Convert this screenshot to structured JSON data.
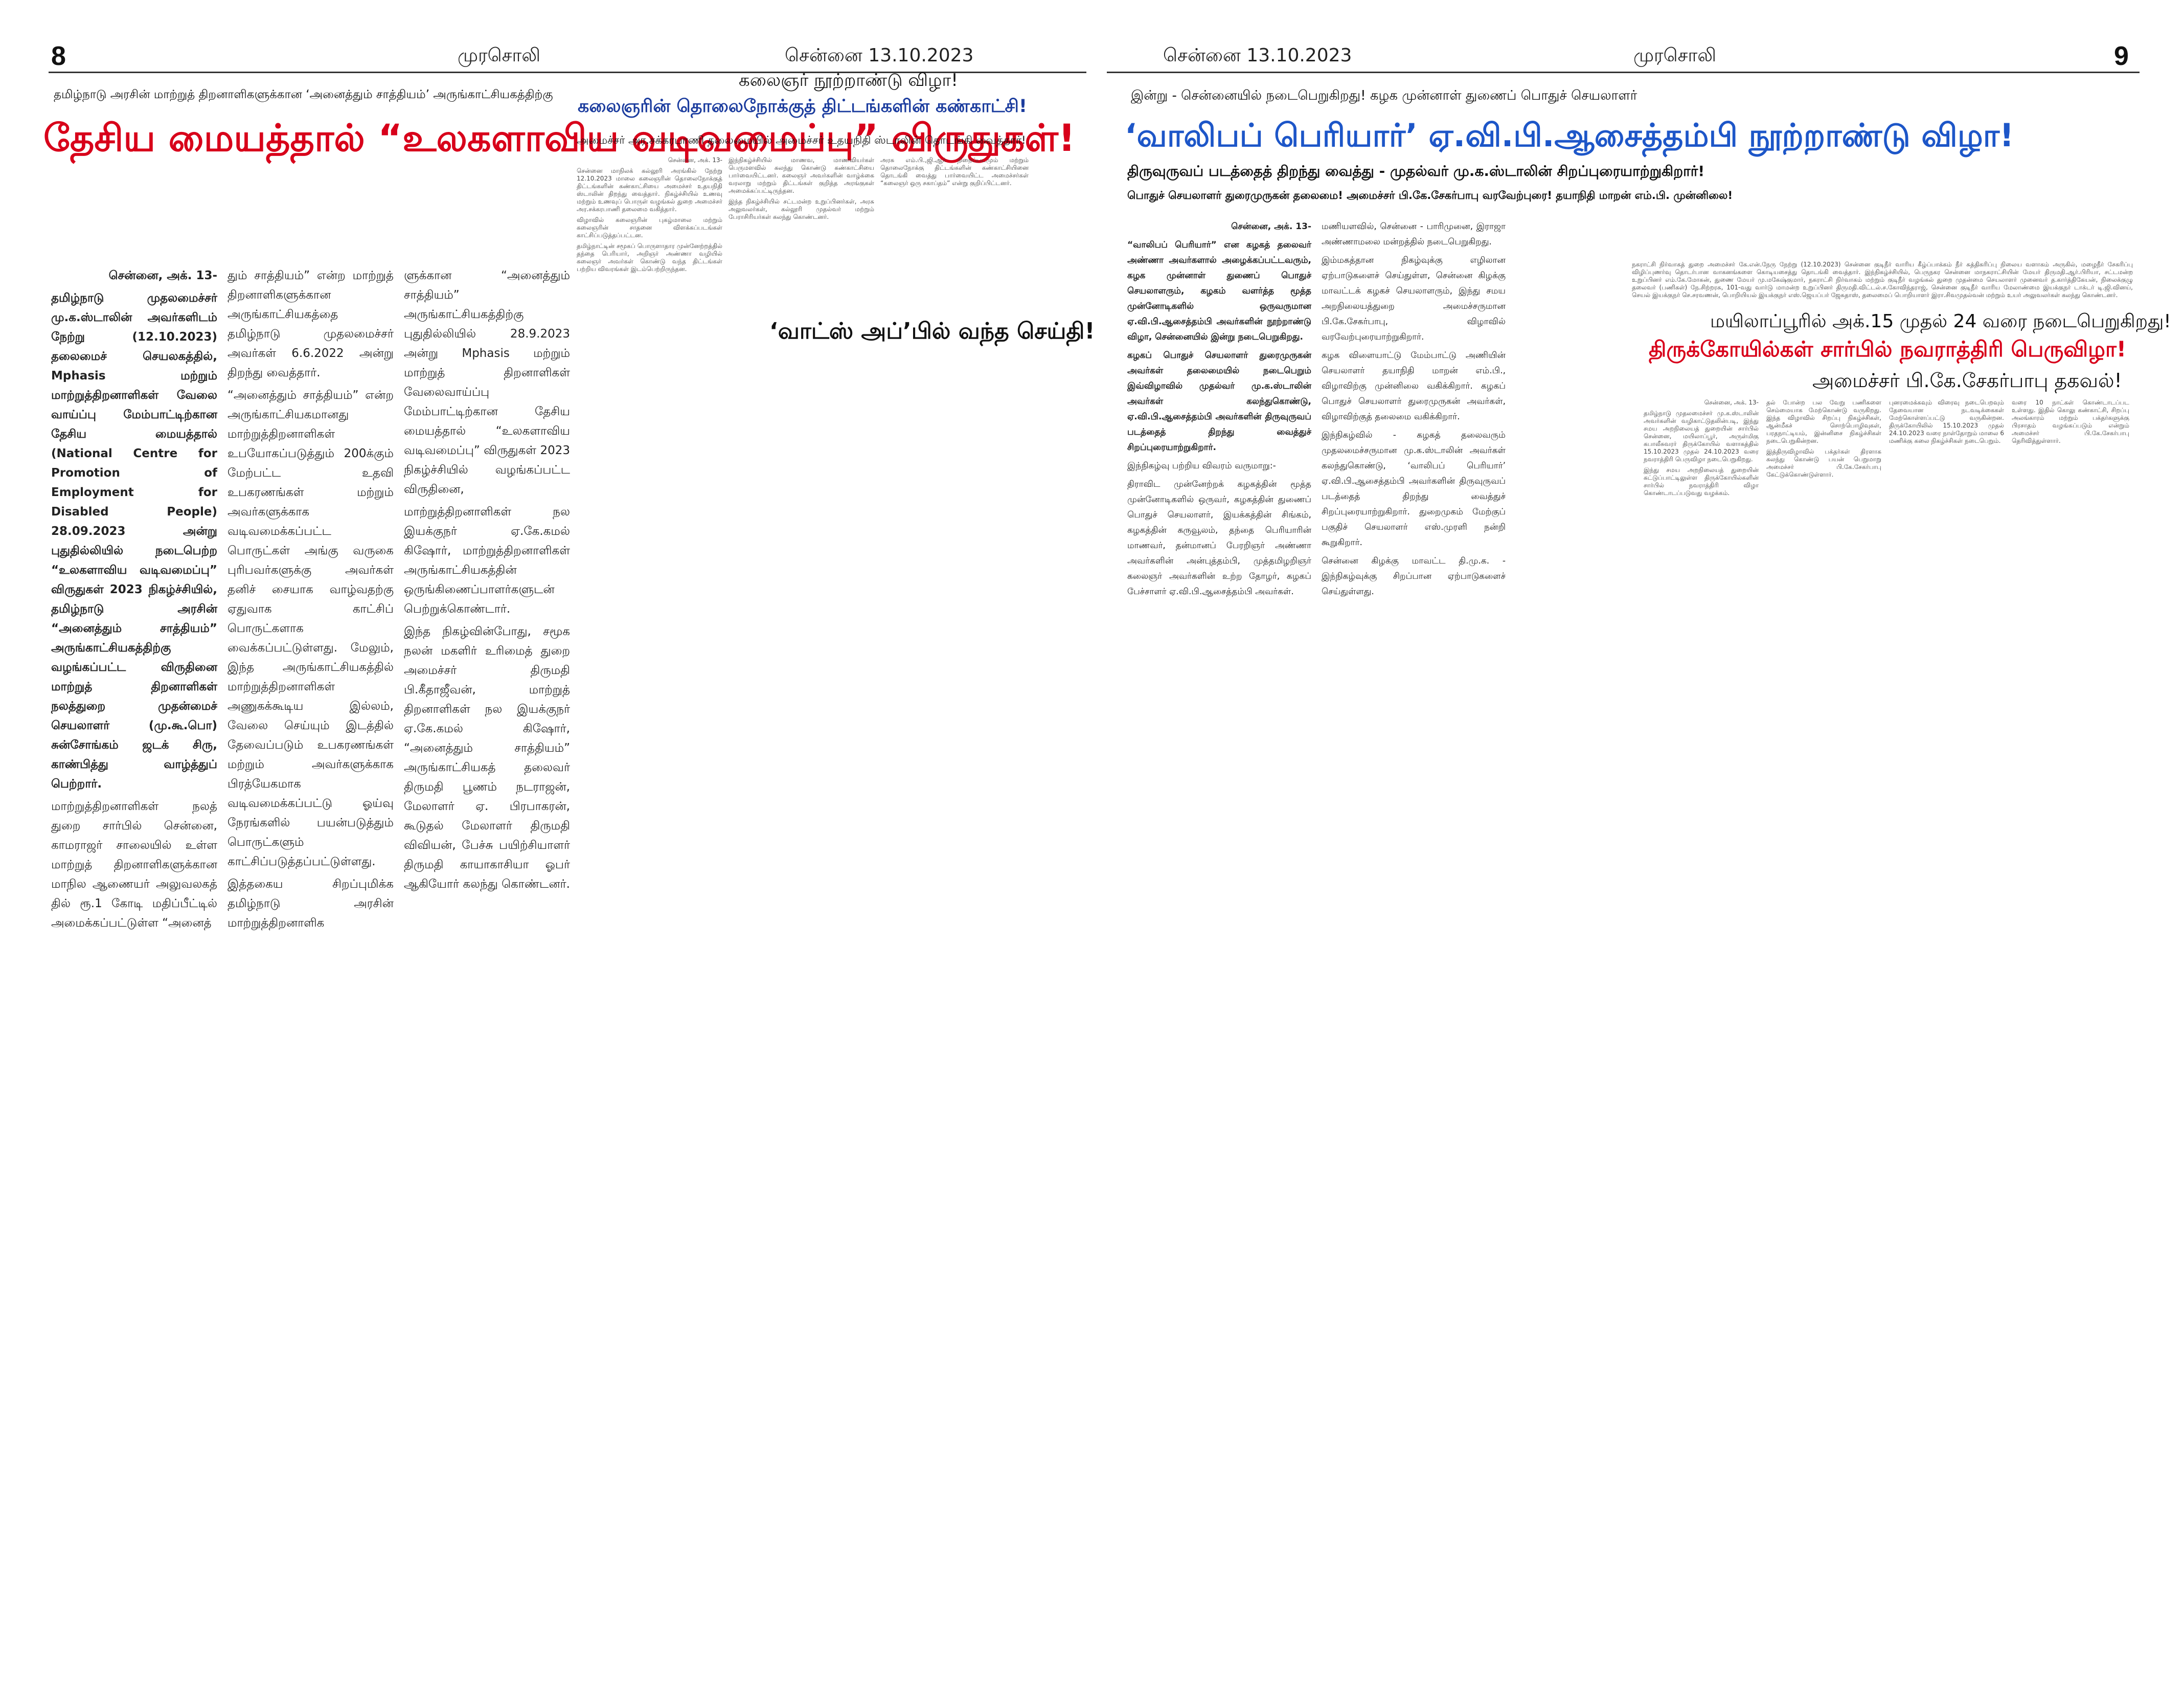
{
  "header": {
    "left_page_number": "8",
    "right_page_number": "9",
    "paper_name": "முரசொலி",
    "dateline": "சென்னை 13.10.2023"
  },
  "left_story": {
    "kicker": "தமிழ்நாடு அரசின் மாற்றுத் திறனாளிகளுக்கான ‘அனைத்தும் சாத்தியம்’ அருங்காட்சியகத்திற்கு",
    "headline": "தேசிய மையத்தால் “உலகளாவிய வடிவமைப்பு” விருதுகள்!",
    "col1": [
      "சென்னை, அக். 13-",
      "தமிழ்நாடு முதலமைச்சர் மு.க.ஸ்டாலின் அவர்களிடம் நேற்று (12.10.2023) தலைமைச் செயலகத்தில், Mphasis மற்றும் மாற்றுத்திறனாளிகள் வேலை வாய்ப்பு மேம்பாட்டிற்கான தேசிய மையத்தால் (National Centre for Promotion of Employment for Disabled People) 28.09.2023 அன்று புதுதில்லியில் நடைபெற்ற “உலகளாவிய வடிவமைப்பு” விருதுகள் 2023 நிகழ்ச்சியில், தமிழ்நாடு அரசின் “அனைத்தும் சாத்தியம்” அருங்காட்சியகத்திற்கு வழங்கப்பட்ட விருதினை மாற்றுத் திறனாளிகள் நலத்துறை முதன்மைச் செயலாளர் (மு.கூ.பொ) சுன்சோங்கம் ஜடக் சிரு, காண்பித்து வாழ்த்துப் பெற்றார்.",
      "மாற்றுத்திறனாளிகள் நலத் துறை சார்பில் சென்னை, காமராஜர் சாலையில் உள்ள மாற்றுத் திறனாளிகளுக்கான மாநில ஆணையர் அலுவலகத் தில் ரூ.1 கோடி மதிப்பீட்டில் அமைக்கப்பட்டுள்ள “அனைத்"
    ],
    "col2": [
      "தும் சாத்தியம்” என்ற மாற்றுத் திறனாளிகளுக்கான அருங்காட்சியகத்தை தமிழ்நாடு முதலமைச்சர் அவர்கள் 6.6.2022 அன்று திறந்து வைத்தார்.",
      "“அனைத்தும் சாத்தியம்” என்ற அருங்காட்சியகமானது மாற்றுத்திறனாளிகள் உபயோகப்படுத்தும் 200க்கும் மேற்பட்ட உதவி உபகரணங்கள் மற்றும் அவர்களுக்காக வடிவமைக்கப்பட்ட பொருட்கள் அங்கு வருகை புரிபவர்களுக்கு அவர்கள் தனிச் சையாக வாழ்வதற்கு ஏதுவாக காட்சிப் பொருட்களாக வைக்கப்பட்டுள்ளது. மேலும், இந்த அருங்காட்சியகத்தில் மாற்றுத்திறனாளிகள் அணுகக்கூடிய இல்லம், வேலை செய்யும் இடத்தில் தேவைப்படும் உபகரணங்கள் மற்றும் அவர்களுக்காக பிரத்யேகமாக வடிவமைக்கப்பட்டு ஓய்வு நேரங்களில் பயன்படுத்தும் பொருட்களும் காட்சிப்படுத்தப்பட்டுள்ளது.",
      "இத்தகைய சிறப்புமிக்க தமிழ்நாடு அரசின் மாற்றுத்திறனாளிக"
    ],
    "col3": [
      "ளுக்கான “அனைத்தும் சாத்தியம்” அருங்காட்சியகத்திற்கு புதுதில்லியில் 28.9.2023 அன்று Mphasis மற்றும் மாற்றுத் திறனாளிகள் வேலைவாய்ப்பு மேம்பாட்டிற்கான தேசிய மையத்தால் “உலகளாவிய வடிவமைப்பு” விருதுகள் 2023 நிகழ்ச்சியில் வழங்கப்பட்ட விருதினை,",
      "மாற்றுத்திறனாளிகள் நல இயக்குநர் ஏ.கே.கமல் கிஷோர், மாற்றுத்திறனாளிகள் அருங்காட்சியகத்தின் ஒருங்கிணைப்பாளர்களுடன் பெற்றுக்கொண்டார்.",
      "இந்த நிகழ்வின்போது, சமூக நலன் மகளிர் உரிமைத் துறை அமைச்சர் திருமதி பி.கீதாஜீவன், மாற்றுத் திறனாளிகள் நல இயக்குநர் ஏ.கே.கமல் கிஷோர், “அனைத்தும் சாத்தியம்” அருங்காட்சியகத் தலைவர் திருமதி பூணம் நடராஜன், மேலாளர் ஏ. பிரபாகரன், கூடுதல் மேலாளர் திருமதி விவியன், பேச்சு பயிற்சியாளர் திருமதி காயாகாசியா ஓபர் ஆகியோர் கலந்து கொண்டனர்."
    ]
  },
  "center_left_story": {
    "kicker": "கலைஞர் நூற்றாண்டு விழா!",
    "headline": "கலைஞரின் தொலைநோக்குத் திட்டங்களின் கண்காட்சி!",
    "subhead": "அமைச்சர் அர.சக்கரபாணி தலைமையில் அமைச்சர் உதயநிதி ஸ்டாலின் தொடங்கி வைத்தார்!",
    "col1": [
      "சென்னை, அக். 13-",
      "சென்னை மாநிலக் கல்லூரி அரங்கில் நேற்று 12.10.2023 மாலை கலைஞரின் தொலைநோக்குத் திட்டங்களின் கண்காட்சியை அமைச்சர் உதயநிதி ஸ்டாலின் திறந்து வைத்தார். நிகழ்ச்சியில் உணவு மற்றும் உணவுப் பொருள் வழங்கல் துறை அமைச்சர் அர.சக்கரபாணி தலைமை வகித்தார்.",
      "விழாவில் கலைஞரின் புகழ்மாலை மற்றும் கலைஞரின் சாதனை விளக்கப்படங்கள் காட்சிப்படுத்தப்பட்டன.",
      "தமிழ்நாட்டின் சமூகப் பொருளாதார முன்னேற்றத்தில் தந்தை பெரியார், அறிஞர் அண்ணா வழியில் கலைஞர் அவர்கள் கொண்டு வந்த திட்டங்கள் பற்றிய விவரங்கள் இடம்பெற்றிருந்தன."
    ],
    "col2": [
      "இந்நிகழ்ச்சியில் மாணவ, மாணவியர்கள் பெருமளவில் கலந்து கொண்டு கண்காட்சியை பார்வையிட்டனர். கலைஞர் அவர்களின் வாழ்க்கை வரலாறு மற்றும் திட்டங்கள் குறித்த அரங்குகள் அமைக்கப்பட்டிருந்தன.",
      "இந்த நிகழ்ச்சியில் சட்டமன்ற உறுப்பினர்கள், அரசு அலுவலர்கள், கல்லூரி முதல்வர் மற்றும் பேராசிரியர்கள் கலந்து கொண்டனர்."
    ],
    "col3": [
      "அரசு எம்.பி.,ஜி.ஆர் நிறைப்படமும் மற்றும் தொலைநோக்கு திட்டங்களின் கண்காட்சியினை தொடங்கி வைத்து பார்வையிட்ட அமைச்சர்கள் “கலைஞர் ஒரு சகாப்தம்” என்று குறிப்பிட்டனர்."
    ],
    "box_headline": "‘வாட்ஸ் அப்’பில் வந்த செய்தி!"
  },
  "center_right_story": {
    "kicker": "இன்று - சென்னையில் நடைபெறுகிறது! கழக முன்னாள் துணைப் பொதுச் செயலாளர்",
    "headline": "‘வாலிபப் பெரியார்’ ஏ.வி.பி.ஆசைத்தம்பி நூற்றாண்டு விழா!",
    "subhead1": "திருவுருவப் படத்தைத் திறந்து வைத்து - முதல்வர் மு.க.ஸ்டாலின் சிறப்புரையாற்றுகிறார்!",
    "subhead2": "பொதுச் செயலாளர் துரைமுருகன் தலைமை! அமைச்சர் பி.கே.சேகர்பாபு வரவேற்புரை! தயாநிதி மாறன் எம்.பி. முன்னிலை!",
    "col1": [
      "சென்னை, அக். 13-",
      "“வாலிபப் பெரியார்” என கழகத் தலைவர் அண்ணா அவர்களால் அழைக்கப்பட்டவரும், கழக முன்னாள் துணைப் பொதுச் செயலாளரும், கழகம் வளர்த்த மூத்த முன்னோடிகளில் ஒருவருமான ஏ.வி.பி.ஆசைத்தம்பி அவர்களின் நூற்றாண்டு விழா, சென்னையில் இன்று நடைபெறுகிறது.",
      "கழகப் பொதுச் செயலாளர் துரைமுருகன் அவர்கள் தலைமையில் நடைபெறும் இவ்விழாவில் முதல்வர் மு.க.ஸ்டாலின் அவர்கள் கலந்துகொண்டு, ஏ.வி.பி.ஆசைத்தம்பி அவர்களின் திருவுருவப் படத்தைத் திறந்து வைத்துச் சிறப்புரையாற்றுகிறார்.",
      "இந்நிகழ்வு பற்றிய விவரம் வருமாறு:-",
      "திராவிட முன்னேற்றக் கழகத்தின் மூத்த முன்னோடிகளில் ஒருவர், கழகத்தின் துணைப் பொதுச் செயலாளர், இயக்கத்தின் சிங்கம், கழகத்தின் கருவூலம், தந்தை பெரியாரின் மாணவர், தன்மானப் பேரறிஞர் அண்ணா அவர்களின் அன்புத்தம்பி, முத்தமிழறிஞர் கலைஞர் அவர்களின் உற்ற தோழர், கழகப் பேச்சாளர் ஏ.வி.பி.ஆசைத்தம்பி அவர்கள்."
    ],
    "col2": [
      "மணியளவில், சென்னை - பாரிமுனை, இராஜா அண்ணாமலை மன்றத்தில் நடைபெறுகிறது.",
      "இம்மகத்தான நிகழ்வுக்கு எழிலான ஏற்பாடுகளைச் செய்துள்ள, சென்னை கிழக்கு மாவட்டக் கழகச் செயலாளரும், இந்து சமய அறநிலையத்துறை அமைச்சருமான பி.கே.சேகர்பாபு, விழாவில் வரவேற்புரையாற்றுகிறார்.",
      "கழக விளையாட்டு மேம்பாட்டு அணியின் செயலாளர் தயாநிதி மாறன் எம்.பி., விழாவிற்கு முன்னிலை வகிக்கிறார். கழகப் பொதுச் செயலாளர் துரைமுருகன் அவர்கள், விழாவிற்குத் தலைமை வகிக்கிறார்.",
      "இந்நிகழ்வில் - கழகத் தலைவரும் முதலமைச்சருமான மு.க.ஸ்டாலின் அவர்கள் கலந்துகொண்டு, ‘வாலிபப் பெரியார்’ ஏ.வி.பி.ஆசைத்தம்பி அவர்களின் திருவுருவப் படத்தைத் திறந்து வைத்துச் சிறப்புரையாற்றுகிறார். துறைமுகம் மேற்குப் பகுதிச் செயலாளர் எஸ்.முரளி நன்றி கூறுகிறார்.",
      "சென்னை கிழக்கு மாவட்ட தி.மு.க. - இந்நிகழ்வுக்கு சிறப்பான ஏற்பாடுகளைச் செய்துள்ளது."
    ]
  },
  "right_top_story": {
    "text": "நகராட்சி நிர்வாகத் துறை அமைச்சர் கே.என்.நேரு நேற்று (12.10.2023) சென்னை குடிநீர் வாரிய கீழ்ப்பாக்கம் நீர் சுத்திகரிப்பு நிலைய வளாகம் அருகில், மழைநீர் சேகரிப்பு விழிப்புணர்வு தொடர்பான வாகனங்களை கொடியசைத்து தொடங்கி வைத்தார். இந்நிகழ்ச்சியில், பெருநகர சென்னை மாநகராட்சியின் மேயர் திருமதி.ஆர்.பிரியா, சட்டமன்ற உறுப்பினர் எம்.கே.மோகன், துணை மேயர் மு.மகேஷ்குமார், நகராட்சி நிர்வாகம் மற்றும் குடிநீர் வழங்கல் துறை முதன்மை செயலாளர் முனைவர் த.கார்த்திகேயன், நிலைக்குழு தலைவர் (பணிகள்) நே.சிற்றரசு, 101-வது வார்டு மாமன்ற உறுப்பினர் திருமதி.விட்டல்.ச.கோவிந்தராஜ், சென்னை குடிநீர் வாரிய மேலாண்மை இயக்குநர் டாக்டர் டி.ஜி.வினய், செயல் இயக்குநர் செ.சரவணன், பொறியியல் இயக்குநர் எஸ்.ஜெயப்பர் ஜேசுதாஸ், தலைமைப் பொறியாளர் இரா.சிவமுதல்வன் மற்றும் உயர் அலுவலர்கள் கலந்து கொண்டனர்."
  },
  "right_story": {
    "kicker": "மயிலாப்பூரில் அக்.15 முதல் 24 வரை நடைபெறுகிறது!",
    "headline": "திருக்கோயில்கள் சார்பில் நவராத்திரி பெருவிழா!",
    "subhead": "அமைச்சர் பி.கே.சேகர்பாபு தகவல்!",
    "col1": [
      "சென்னை, அக். 13-",
      "தமிழ்நாடு முதலமைச்சர் மு.க.ஸ்டாலின் அவர்களின் வழிகாட்டுதலின்படி, இந்து சமய அறநிலையத் துறையின் சார்பில் சென்னை, மயிலாப்பூர், அருள்மிகு கபாலீசுவரர் திருக்கோயில் வளாகத்தில் 15.10.2023 முதல் 24.10.2023 வரை நவராத்திரி பெருவிழா நடைபெறுகிறது.",
      "இந்து சமய அறநிலையத் துறையின் கட்டுப்பாட்டிலுள்ள திருக்கோயில்களின் சார்பில் நவராத்திரி விழா கொண்டாடப்படுவது வழக்கம்."
    ],
    "col2": [
      "தல் போன்ற பல வேறு பணிகளை செம்மையாக மேற்கொண்டு வருகிறது. இந்த விழாவில் சிறப்பு நிகழ்ச்சிகள், ஆன்மீகச் சொற்பொழிவுகள், பரதநாட்டியம், இன்னிசை நிகழ்ச்சிகள் நடைபெறுகின்றன.",
      "இத்திருவிழாவில் பக்தர்கள் திரளாக கலந்து கொண்டு பயன் பெறுமாறு அமைச்சர் பி.கே.சேகர்பாபு கேட்டுக்கொண்டுள்ளார்."
    ],
    "col3": [
      "புனரமைக்கவும் விரைவு நடைபெறவும் தேவையான நடவடிக்கைகள் மேற்கொள்ளப்பட்டு வருகின்றன. திருக்கோயிலில் 15.10.2023 முதல் 24.10.2023 வரை நாள்தோறும் மாலை 6 மணிக்கு கலை நிகழ்ச்சிகள் நடைபெறும்."
    ],
    "col4": [
      "வரை 10 நாட்கள் கொண்டாடப்பட உள்ளது. இதில் கொலு கண்காட்சி, சிறப்பு அலங்காரம் மற்றும் பக்தர்களுக்கு பிரசாதம் வழங்கப்படும் என்றும் அமைச்சர் பி.கே.சேகர்பாபு தெரிவித்துள்ளார்."
    ]
  }
}
